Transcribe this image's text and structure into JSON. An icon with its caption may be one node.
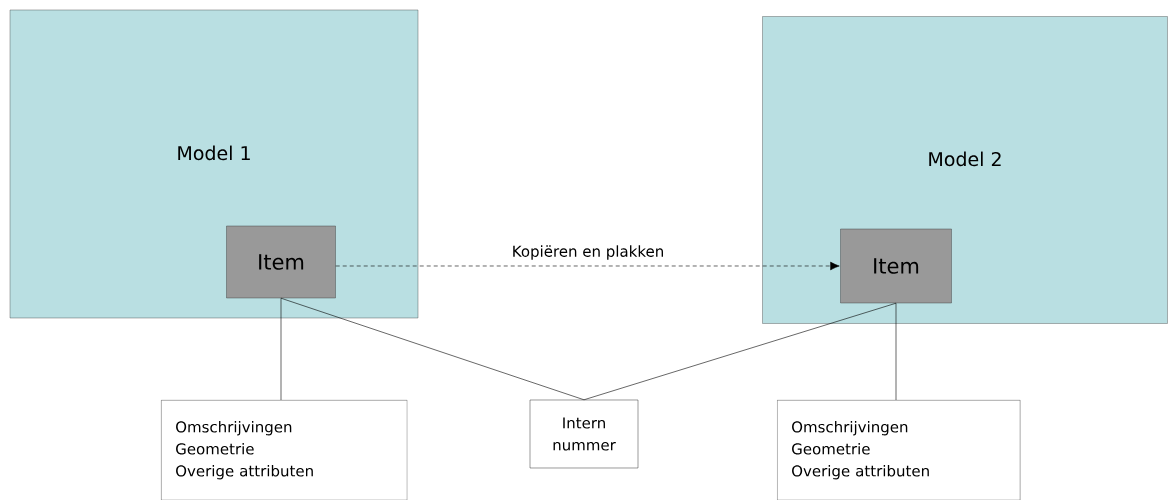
{
  "diagram": {
    "nodes": [
      {
        "text": [
          "Model 1"
        ]
      },
      {
        "text": [
          "Item"
        ],
        "in": 0
      },
      {
        "text": [
          "Model 2"
        ]
      },
      {
        "text": [
          "Item"
        ],
        "in": 2
      },
      {
        "text": [
          "Omschrijvingen",
          "Geometrie",
          "Overige attributen"
        ]
      },
      {
        "text": [
          "Intern nummer"
        ]
      },
      {
        "text": [
          "Omschrijvingen",
          "Geometrie",
          "Overige attributen"
        ]
      }
    ],
    "edges": [
      {
        "from": 1,
        "to": 3,
        "arrow": "to",
        "label": "Kopiëren en plakken",
        "style": "dashed"
      },
      {
        "from": 1,
        "to": 4,
        "arrow": "none"
      },
      {
        "from": 1,
        "to": 5,
        "arrow": "none"
      },
      {
        "from": 3,
        "to": 5,
        "arrow": "none"
      },
      {
        "from": 3,
        "to": 6,
        "arrow": "none"
      }
    ]
  }
}
